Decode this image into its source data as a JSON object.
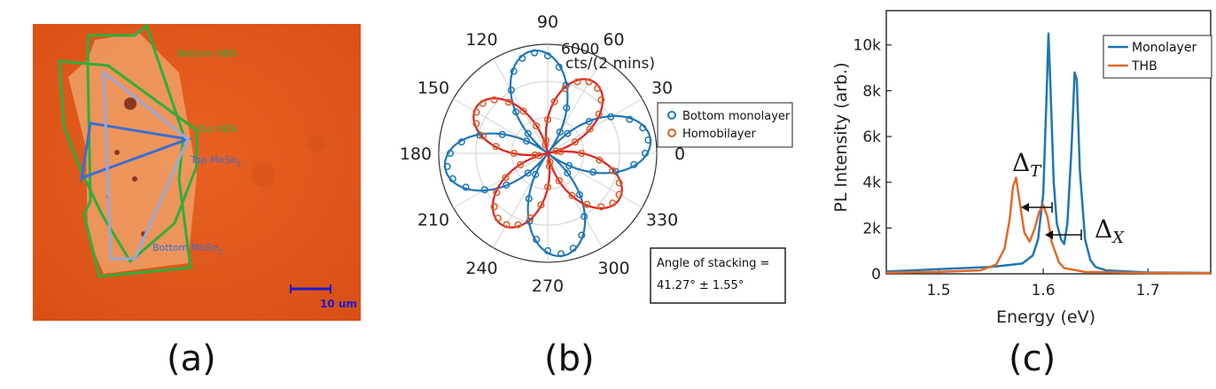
{
  "captions": {
    "a": "(a)",
    "b": "(b)",
    "c": "(c)"
  },
  "panel_a": {
    "labels": {
      "bottom_hbn": "Bottom hBN",
      "top_hbn": "Top hBN",
      "top_mose2": "Top MoSe",
      "top_mose2_sub": "2",
      "bottom_mose2": "Bottom MoSe",
      "bottom_mose2_sub": "2"
    },
    "scale_bar": "10 um",
    "colors": {
      "background": "#e4581c",
      "hbn": "#2fae3a",
      "top_mose2": "#3a6fd1",
      "bottom_mose2": "#9aa8d6"
    }
  },
  "panel_b": {
    "angle_labels": [
      "90",
      "60",
      "30",
      "0",
      "330",
      "300",
      "270",
      "240",
      "210",
      "180",
      "150",
      "120"
    ],
    "radial_max_label": "6000",
    "radial_unit": "cts/(2 mins)",
    "legend": [
      "Bottom monolayer",
      "Homobilayer"
    ],
    "annotation_line1": "Angle of stacking =",
    "annotation_line2": "41.27° ± 1.55°",
    "colors": {
      "monolayer": "#1f77b4",
      "homobilayer": "#d9622b",
      "fit_homobilayer": "#e02020"
    }
  },
  "chart_data": {
    "type": "line",
    "xlabel": "Energy (eV)",
    "ylabel": "PL Intensity (arb.)",
    "xlim": [
      1.45,
      1.76
    ],
    "ylim": [
      0,
      11500
    ],
    "x_ticks": [
      "1.5",
      "1.6",
      "1.7"
    ],
    "y_ticks": [
      "0",
      "2k",
      "4k",
      "6k",
      "8k",
      "10k"
    ],
    "series": [
      {
        "name": "Monolayer",
        "color": "#1f77b4",
        "x": [
          1.45,
          1.5,
          1.55,
          1.58,
          1.59,
          1.595,
          1.6,
          1.603,
          1.605,
          1.607,
          1.61,
          1.613,
          1.617,
          1.62,
          1.623,
          1.627,
          1.63,
          1.632,
          1.635,
          1.64,
          1.645,
          1.65,
          1.66,
          1.7,
          1.76
        ],
        "y": [
          100,
          200,
          300,
          450,
          800,
          1500,
          3500,
          7500,
          10500,
          8000,
          4000,
          2200,
          1500,
          1300,
          2200,
          5500,
          8800,
          8500,
          4500,
          1500,
          600,
          300,
          150,
          60,
          40
        ]
      },
      {
        "name": "THB",
        "color": "#e06b2b",
        "x": [
          1.45,
          1.5,
          1.54,
          1.555,
          1.563,
          1.568,
          1.571,
          1.574,
          1.577,
          1.582,
          1.587,
          1.592,
          1.596,
          1.6,
          1.604,
          1.608,
          1.615,
          1.62,
          1.64,
          1.7,
          1.76
        ],
        "y": [
          50,
          80,
          150,
          400,
          1100,
          2400,
          3800,
          4200,
          3300,
          1800,
          1400,
          2000,
          2700,
          3000,
          2500,
          1400,
          500,
          250,
          80,
          40,
          30
        ]
      }
    ],
    "legend_position": "top-right",
    "annotations": [
      {
        "text": "Δ",
        "sub": "T"
      },
      {
        "text": "Δ",
        "sub": "X"
      }
    ]
  }
}
